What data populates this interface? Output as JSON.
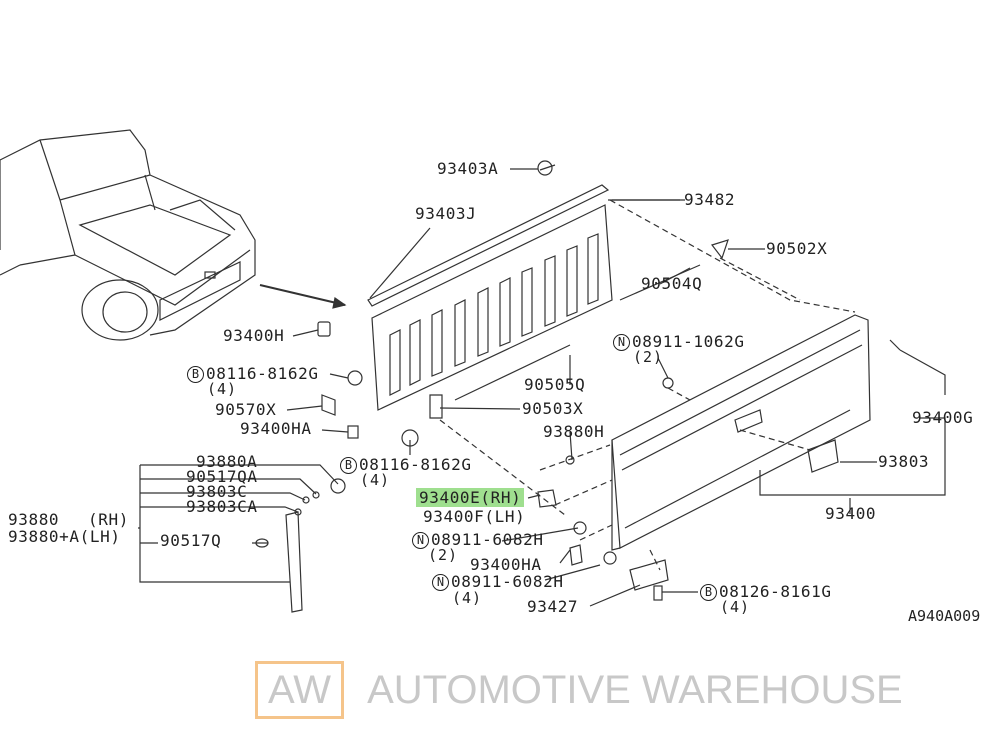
{
  "watermark": {
    "logo": "AW",
    "text": "AUTOMOTIVE WAREHOUSE",
    "box_color": "#f5c48a"
  },
  "highlight_color": "#9fdf8f",
  "diagram_code": "A940A009",
  "labels": {
    "p93403A": "93403A",
    "p93482": "93482",
    "p93403J": "93403J",
    "p90502X": "90502X",
    "p90504Q": "90504Q",
    "p93400H": "93400H",
    "n1062G": {
      "prefix": "N",
      "part": "08911-1062G",
      "qty": "(2)"
    },
    "b8162G_a": {
      "prefix": "B",
      "part": "08116-8162G",
      "qty": "(4)"
    },
    "p90505Q": "90505Q",
    "p90570X": "90570X",
    "p90503X": "90503X",
    "p93400G": "93400G",
    "p93400HA_a": "93400HA",
    "p93880H": "93880H",
    "p93880A": "93880A",
    "b8162G_b": {
      "prefix": "B",
      "part": "08116-8162G",
      "qty": "(4)"
    },
    "p93803": "93803",
    "p90517QA": "90517QA",
    "p93803C": "93803C",
    "p93803CA": "93803CA",
    "p93400E": "93400E(RH)",
    "p93400F": "93400F(LH)",
    "p93400": "93400",
    "p93880_rh": "93880",
    "rh": "(RH)",
    "p93880A_lh": "93880+A(LH)",
    "p90517Q": "90517Q",
    "n6082H_a": {
      "prefix": "N",
      "part": "08911-6082H",
      "qty": "(2)"
    },
    "p93400HA_b": "93400HA",
    "n6082H_b": {
      "prefix": "N",
      "part": "08911-6082H",
      "qty": "(4)"
    },
    "p93427": "93427",
    "b8161G": {
      "prefix": "B",
      "part": "08126-8161G",
      "qty": "(4)"
    }
  }
}
